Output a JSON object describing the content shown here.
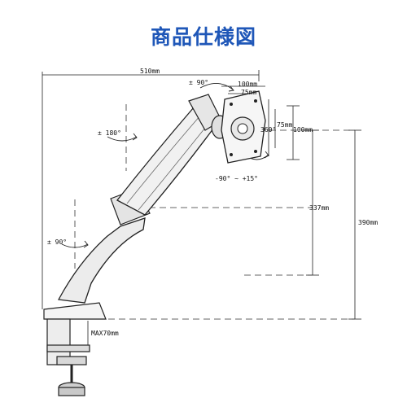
{
  "title": "商品仕様図",
  "labels": {
    "width_510": "510mm",
    "vesa_100_top": "100mm",
    "vesa_75_top": "75mm",
    "vesa_75_side": "75mm",
    "vesa_100_side": "100mm",
    "rotate_360": "360°",
    "tilt_range": "-90° ~ +15°",
    "swivel_top": "± 90°",
    "swivel_mid": "± 180°",
    "swivel_base": "± 90°",
    "height_337": "337mm",
    "height_390": "390mm",
    "clamp_max": "MAX70mm"
  }
}
